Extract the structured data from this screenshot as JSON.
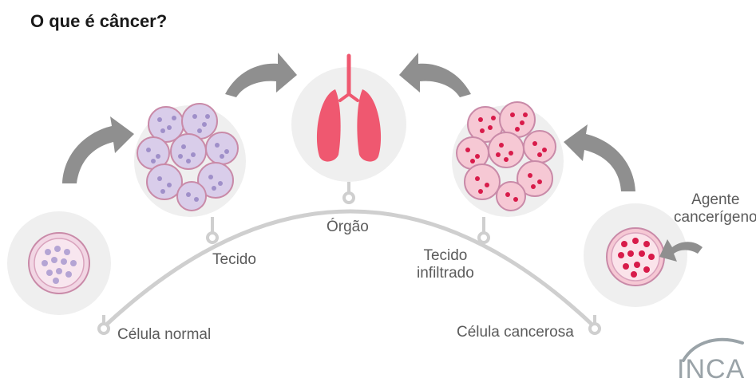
{
  "title": "O que é câncer?",
  "stages": {
    "normal_cell": "Célula normal",
    "tissue": "Tecido",
    "organ": "Órgão",
    "infiltrated_tissue_line1": "Tecido",
    "infiltrated_tissue_line2": "infiltrado",
    "cancer_cell": "Célula cancerosa"
  },
  "carcinogen": {
    "line1": "Agente",
    "line2": "cancerígeno"
  },
  "logo_text": "INCA",
  "colors": {
    "arc": "#c9c9c9",
    "arrow": "#8e8e8e",
    "circle_bg": "#eeeeee",
    "normal_cell_fill": "#f3dce8",
    "normal_nucleus": "#b7a8d6",
    "cancer_cell_fill": "#f7c9d4",
    "cancer_dot": "#d81b4a",
    "lung": "#ef5870",
    "logo": "#9aa3a8"
  }
}
